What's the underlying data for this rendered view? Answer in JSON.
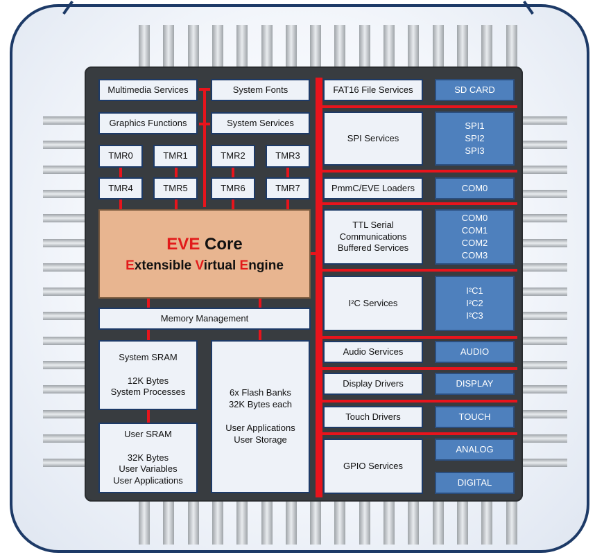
{
  "left": {
    "multimedia": "Multimedia  Services",
    "system_fonts": "System Fonts",
    "graphics": "Graphics Functions",
    "system_services": "System Services",
    "timers": [
      "TMR0",
      "TMR1",
      "TMR2",
      "TMR3",
      "TMR4",
      "TMR5",
      "TMR6",
      "TMR7"
    ],
    "memory_management": "Memory Management",
    "system_sram": "System SRAM\n\n12K Bytes\nSystem Processes",
    "user_sram": "User SRAM\n\n32K Bytes\nUser Variables\nUser Applications",
    "flash": "6x Flash Banks\n32K Bytes each\n\nUser Applications\nUser Storage"
  },
  "core": {
    "title_accent": "EVE",
    "title_rest": " Core",
    "sub_parts": [
      {
        "text": "E",
        "accent": true
      },
      {
        "text": "xtensible ",
        "accent": false
      },
      {
        "text": "V",
        "accent": true
      },
      {
        "text": "irtual ",
        "accent": false
      },
      {
        "text": "E",
        "accent": true
      },
      {
        "text": "ngine",
        "accent": false
      }
    ]
  },
  "services": {
    "fat16": "FAT16 File Services",
    "spi": "SPI Services",
    "loaders": "PmmC/EVE Loaders",
    "ttl": "TTL Serial\nCommunications\nBuffered Services",
    "i2c": "I²C Services",
    "audio": "Audio Services",
    "display": "Display Drivers",
    "touch": "Touch Drivers",
    "gpio": "GPIO Services"
  },
  "ports": {
    "sd_card": "SD CARD",
    "spi": "SPI1\nSPI2\nSPI3",
    "com0": "COM0",
    "com_all": "COM0\nCOM1\nCOM2\nCOM3",
    "i2c": "I²C1\nI²C2\nI²C3",
    "audio": "AUDIO",
    "display": "DISPLAY",
    "touch": "TOUCH",
    "analog": "ANALOG",
    "digital": "DIGITAL"
  },
  "colors": {
    "frame": "#1d3a67",
    "chip": "#383c40",
    "bus": "#e8141c",
    "port": "#4e80bd",
    "core": "#e8b590",
    "accent": "#e21a1a"
  }
}
